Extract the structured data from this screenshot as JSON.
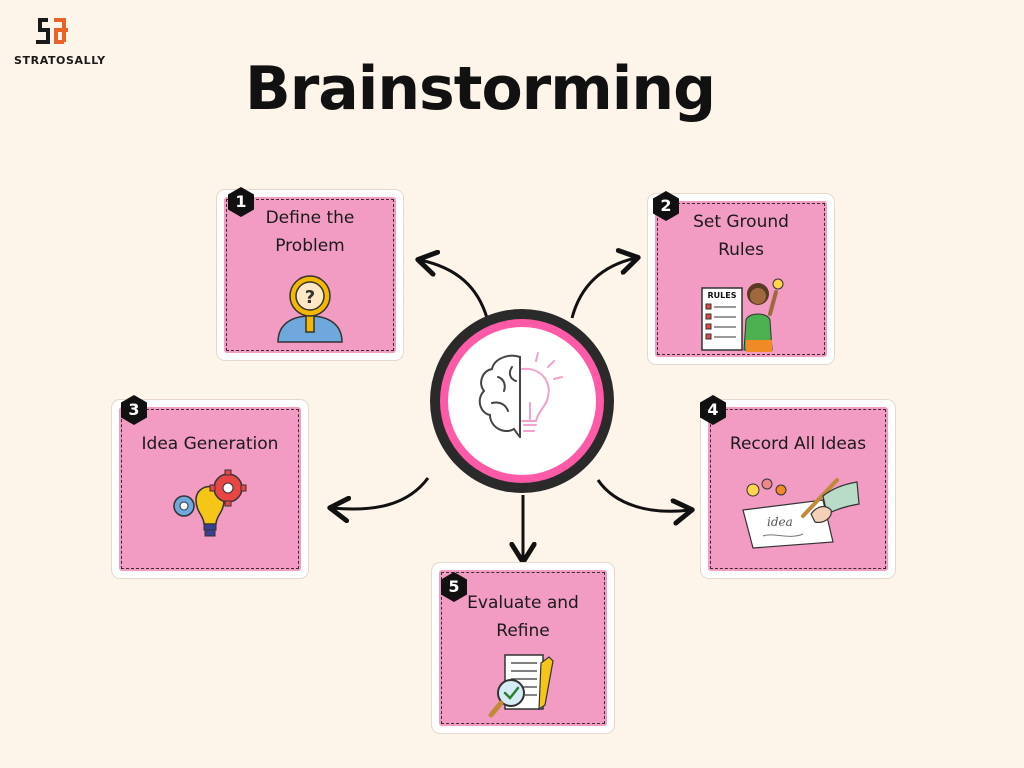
{
  "brand": {
    "name": "STRATOSALLY"
  },
  "title": "Brainstorming",
  "colors": {
    "background": "#fdf4ea",
    "card_fill": "#f29bc3",
    "ring_pink": "#ff5aa8",
    "ring_dark": "#2a2a2a",
    "badge": "#111111"
  },
  "center": {
    "icon": "brain-lightbulb-icon"
  },
  "steps": [
    {
      "number": "1",
      "label": "Define the Problem",
      "icon": "magnifier-question-person-icon"
    },
    {
      "number": "2",
      "label": "Set Ground Rules",
      "icon": "rules-board-person-icon"
    },
    {
      "number": "3",
      "label": "Idea Generation",
      "icon": "lightbulb-gears-icon"
    },
    {
      "number": "4",
      "label": "Record All Ideas",
      "icon": "hand-writing-idea-icon"
    },
    {
      "number": "5",
      "label": "Evaluate and Refine",
      "icon": "document-review-magnifier-icon"
    }
  ]
}
